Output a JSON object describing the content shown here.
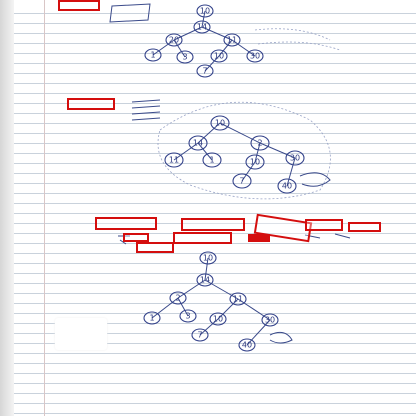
{
  "page": {
    "title": "",
    "colors": {
      "paper": "#ffffff",
      "rule_line": "#c9d2dc",
      "ink": "#3a4a8a",
      "highlight_box": "#d40e0e"
    }
  },
  "tree1": {
    "nodes": [
      {
        "id": "n10",
        "label": "10"
      },
      {
        "id": "n14",
        "label": "14"
      },
      {
        "id": "n11",
        "label": "11"
      },
      {
        "id": "n20",
        "label": "20"
      },
      {
        "id": "n1",
        "label": "1"
      },
      {
        "id": "n3",
        "label": "3"
      },
      {
        "id": "n10b",
        "label": "10"
      },
      {
        "id": "n30",
        "label": "30"
      },
      {
        "id": "n7",
        "label": "7"
      }
    ]
  },
  "tree2": {
    "nodes": [
      {
        "id": "n10",
        "label": "10"
      },
      {
        "id": "n14",
        "label": "14"
      },
      {
        "id": "n2",
        "label": "2"
      },
      {
        "id": "n11",
        "label": "11"
      },
      {
        "id": "n1",
        "label": "1"
      },
      {
        "id": "n10b",
        "label": "10"
      },
      {
        "id": "n30",
        "label": "30"
      },
      {
        "id": "n7",
        "label": "7"
      },
      {
        "id": "n40",
        "label": "40"
      }
    ]
  },
  "tree3": {
    "nodes": [
      {
        "id": "n10",
        "label": "10"
      },
      {
        "id": "n14",
        "label": "14"
      },
      {
        "id": "n2",
        "label": "2"
      },
      {
        "id": "n11",
        "label": "11"
      },
      {
        "id": "n1",
        "label": "1"
      },
      {
        "id": "n3",
        "label": "3"
      },
      {
        "id": "n10b",
        "label": "10"
      },
      {
        "id": "n30",
        "label": "30"
      },
      {
        "id": "n7",
        "label": "7"
      },
      {
        "id": "n40",
        "label": "40"
      }
    ]
  },
  "highlights": [
    {
      "name": "top-left-word",
      "text": "",
      "filled": false
    },
    {
      "name": "steps-word",
      "text": "",
      "filled": false
    },
    {
      "name": "required-word",
      "text": "",
      "filled": false
    },
    {
      "name": "threaded-word",
      "text": "",
      "filled": false
    },
    {
      "name": "binary-word",
      "text": "",
      "filled": false
    },
    {
      "name": "tree-word",
      "text": "",
      "filled": false
    },
    {
      "name": "right-word",
      "text": "",
      "filled": false
    },
    {
      "name": "small-word-1",
      "text": "",
      "filled": false
    },
    {
      "name": "order-word",
      "text": "",
      "filled": false
    },
    {
      "name": "small-word-2",
      "text": "",
      "filled": true
    },
    {
      "name": "small-word-3",
      "text": "",
      "filled": false
    }
  ]
}
